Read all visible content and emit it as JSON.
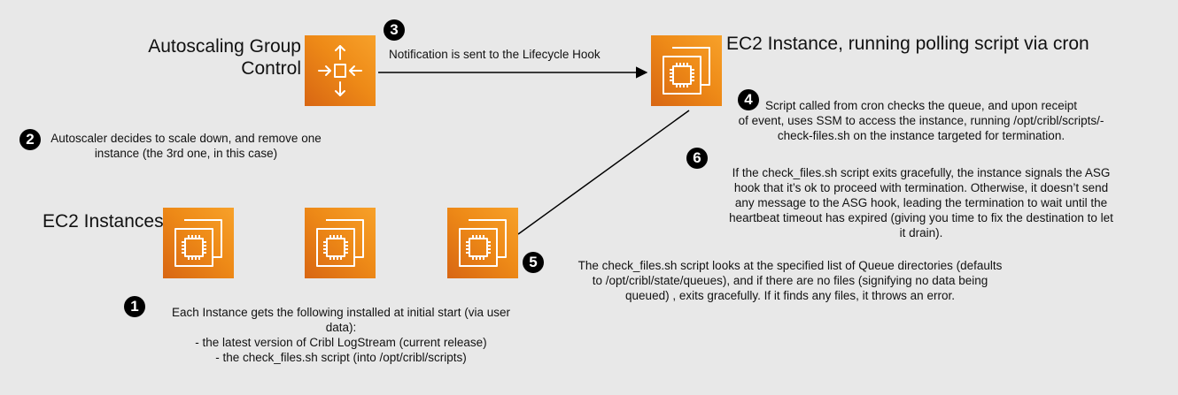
{
  "titles": {
    "asg": "Autoscaling Group\nControl",
    "ec2_polling": "EC2 Instance, running polling script via cron",
    "ec2_instances": "EC2 Instances"
  },
  "steps": [
    {
      "num": "1",
      "text": "Each Instance gets the following installed at initial start (via user\ndata):\n- the latest version of Cribl LogStream (current release)\n- the check_files.sh script (into /opt/cribl/scripts)"
    },
    {
      "num": "2",
      "text": "Autoscaler decides to scale down, and remove one\ninstance (the 3rd one, in this case)"
    },
    {
      "num": "3",
      "text": "Notification is sent to the Lifecycle Hook"
    },
    {
      "num": "4",
      "text": "Script called from cron checks the queue, and upon receipt\nof event,  uses SSM to access the instance, running /opt/cribl/scripts/-\ncheck-files.sh on the instance targeted for termination."
    },
    {
      "num": "5",
      "text": "The check_files.sh script looks at the specified list of Queue directories (defaults\nto /opt/cribl/state/queues), and if there are no files (signifying no data being\nqueued) , exits gracefully. If it finds any files, it throws an error."
    },
    {
      "num": "6",
      "text": "If the check_files.sh script exits gracefully, the instance signals the ASG\nhook that it’s ok to proceed with termination. Otherwise, it doesn’t send\nany message to the ASG hook, leading the termination to wait until the\nheartbeat timeout has expired (giving you time to fix the destination to let\nit drain)."
    }
  ],
  "icons": {
    "asg": "auto-scaling-icon",
    "ec2": "ec2-instance-icon"
  },
  "colors": {
    "tile_orange": "#ed7d18",
    "tile_orange_dark": "#d86613",
    "background": "#e8e8e8",
    "badge": "#000000"
  }
}
